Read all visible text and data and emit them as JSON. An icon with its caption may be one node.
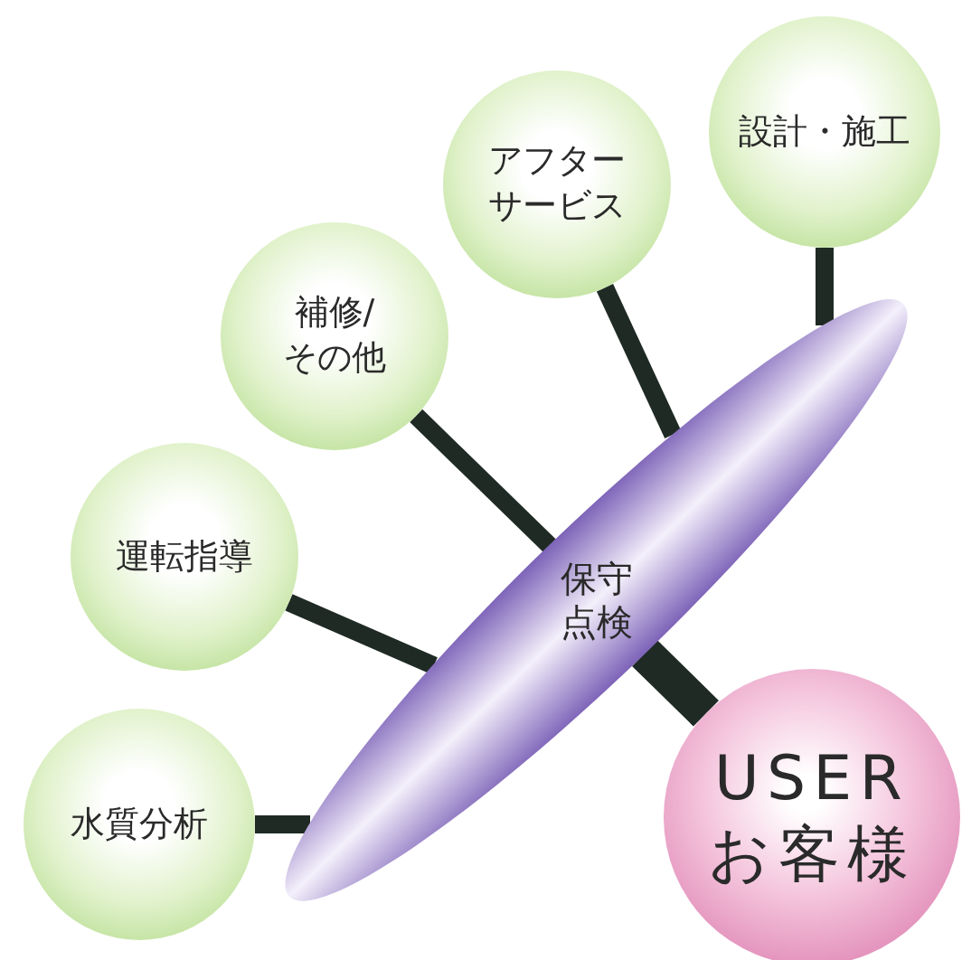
{
  "diagram": {
    "nodes": [
      {
        "text": [
          "設計・施工"
        ]
      },
      {
        "text": [
          "アフターサービス"
        ]
      },
      {
        "text": [
          "補修/その他"
        ]
      },
      {
        "text": [
          "運転指導"
        ]
      },
      {
        "text": [
          "保守点検"
        ]
      },
      {
        "text": [
          "水質分析"
        ]
      },
      {
        "text": [
          "USER",
          "お客様"
        ]
      }
    ],
    "edges": [
      {
        "from": 0,
        "to": 4,
        "arrow": "none"
      },
      {
        "from": 1,
        "to": 4,
        "arrow": "none"
      },
      {
        "from": 2,
        "to": 4,
        "arrow": "none"
      },
      {
        "from": 3,
        "to": 4,
        "arrow": "none"
      },
      {
        "from": 5,
        "to": 4,
        "arrow": "none"
      },
      {
        "from": 4,
        "to": 6,
        "arrow": "none",
        "style": "thick"
      }
    ]
  }
}
